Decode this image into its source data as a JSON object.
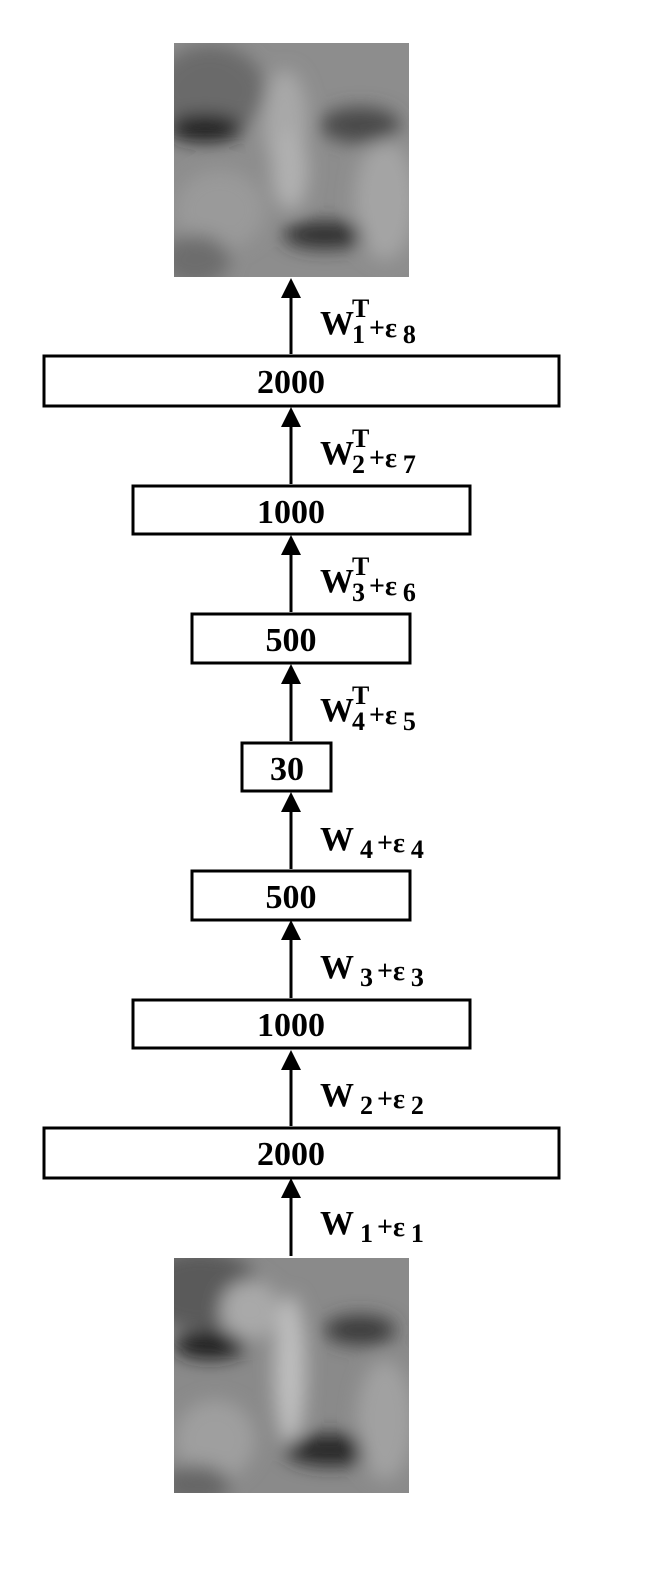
{
  "colors": {
    "stroke": "#000000",
    "background": "#ffffff",
    "face_gray": "#8a8a8a"
  },
  "images": {
    "input_face": "face-image-input",
    "output_face": "face-image-reconstruction"
  },
  "layers": [
    {
      "units": "2000"
    },
    {
      "units": "1000"
    },
    {
      "units": "500"
    },
    {
      "units": "30"
    },
    {
      "units": "500"
    },
    {
      "units": "1000"
    },
    {
      "units": "2000"
    }
  ],
  "weights": [
    {
      "base": "W",
      "sub": "1",
      "sup": "",
      "plus": "+ε",
      "eps_sub": "1"
    },
    {
      "base": "W",
      "sub": "2",
      "sup": "",
      "plus": "+ε",
      "eps_sub": "2"
    },
    {
      "base": "W",
      "sub": "3",
      "sup": "",
      "plus": "+ε",
      "eps_sub": "3"
    },
    {
      "base": "W",
      "sub": "4",
      "sup": "",
      "plus": "+ε",
      "eps_sub": "4"
    },
    {
      "base": "W",
      "sub": "4",
      "sup": "T",
      "plus": "+ε",
      "eps_sub": "5"
    },
    {
      "base": "W",
      "sub": "3",
      "sup": "T",
      "plus": "+ε",
      "eps_sub": "6"
    },
    {
      "base": "W",
      "sub": "2",
      "sup": "T",
      "plus": "+ε",
      "eps_sub": "7"
    },
    {
      "base": "W",
      "sub": "1",
      "sup": "T",
      "plus": "+ε",
      "eps_sub": "8"
    }
  ]
}
